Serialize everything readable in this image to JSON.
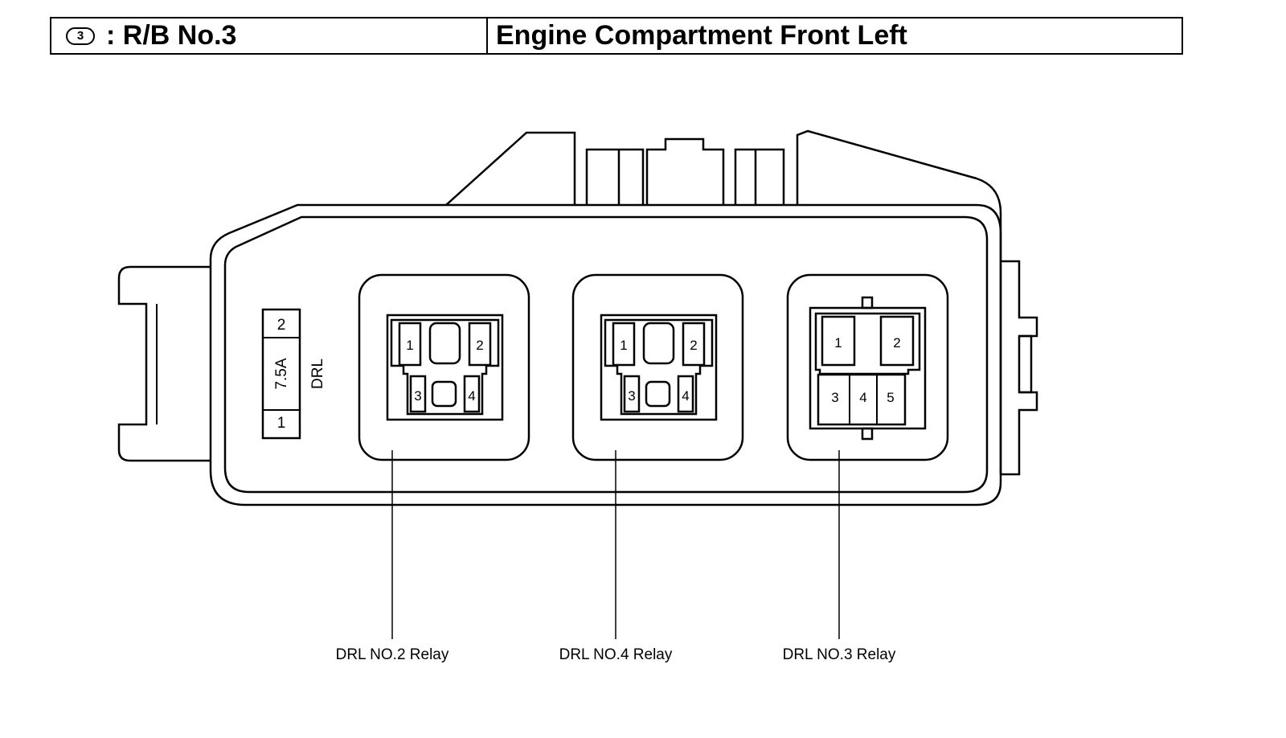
{
  "header": {
    "badge": "3",
    "title_left": ": R/B No.3",
    "title_right": "Engine Compartment Front Left"
  },
  "fuse": {
    "amperage": "7.5A",
    "name": "DRL",
    "terminal_top": "2",
    "terminal_bottom": "1"
  },
  "relays": [
    {
      "label": "DRL NO.2 Relay",
      "t1": "1",
      "t2": "2",
      "t3": "3",
      "t4": "4"
    },
    {
      "label": "DRL NO.4 Relay",
      "t1": "1",
      "t2": "2",
      "t3": "3",
      "t4": "4"
    },
    {
      "label": "DRL NO.3 Relay",
      "t1": "1",
      "t2": "2",
      "t3": "3",
      "t4": "4",
      "t5": "5"
    }
  ]
}
